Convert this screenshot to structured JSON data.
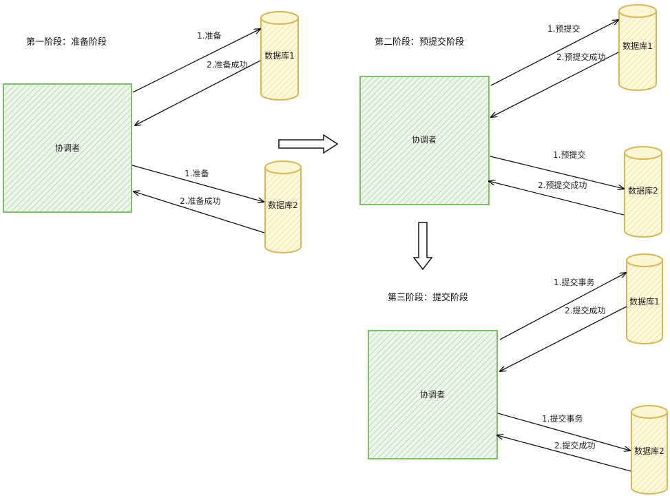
{
  "phases": [
    {
      "title": "第一阶段：准备阶段",
      "coordinator": "协调者",
      "db1": "数据库1",
      "db2": "数据库2",
      "req1": "1.准备",
      "resp1": "2.准备成功",
      "req2": "1.准备",
      "resp2": "2.准备成功"
    },
    {
      "title": "第二阶段：预提交阶段",
      "coordinator": "协调者",
      "db1": "数据库1",
      "db2": "数据库2",
      "req1": "1.预提交",
      "resp1": "2.预提交成功",
      "req2": "1.预提交",
      "resp2": "2.预提交成功"
    },
    {
      "title": "第三阶段：提交阶段",
      "coordinator": "协调者",
      "db1": "数据库1",
      "db2": "数据库2",
      "req1": "1.提交事务",
      "resp1": "2.提交成功",
      "req2": "1.提交事务",
      "resp2": "2.提交成功"
    }
  ],
  "colors": {
    "box_fill": "#d5e8d4",
    "box_stroke": "#7cc066",
    "db_fill": "#fff2cc",
    "db_stroke": "#d6b656"
  }
}
